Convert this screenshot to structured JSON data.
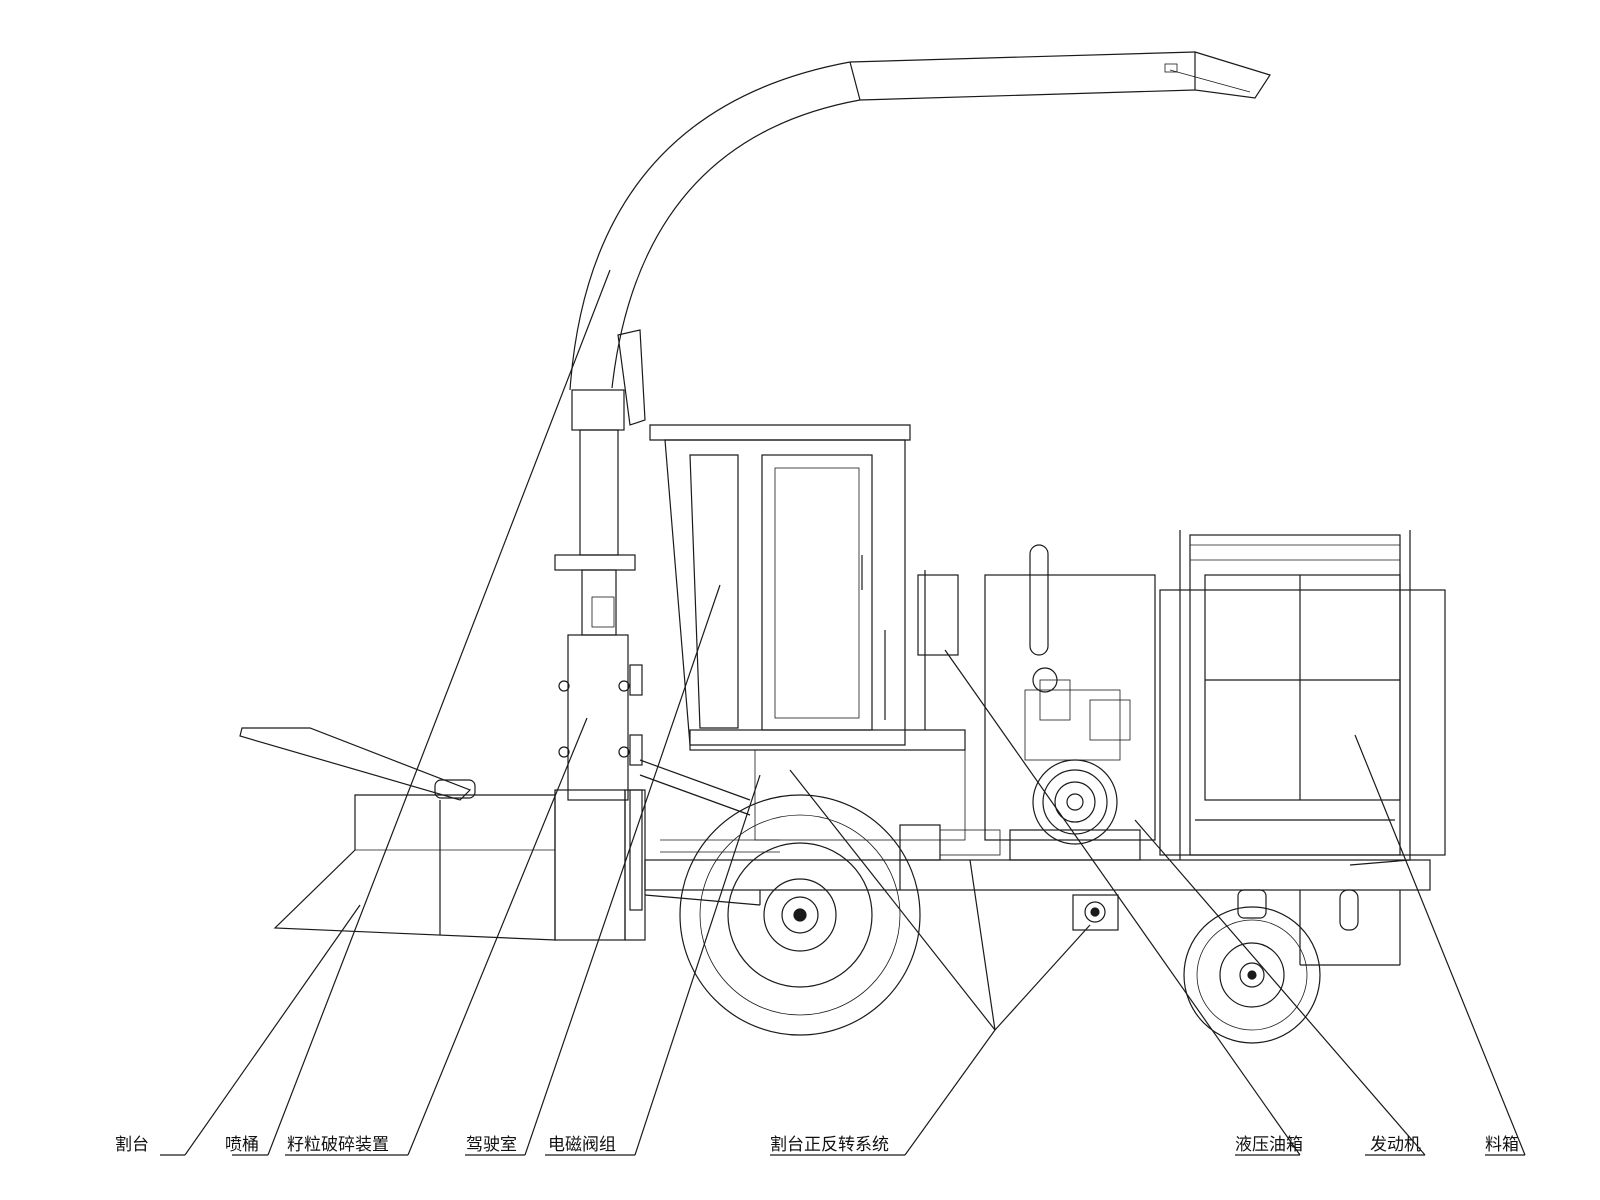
{
  "labels": {
    "header": "割台",
    "spout": "喷桶",
    "grain_crusher": "籽粒破碎装置",
    "cab": "驾驶室",
    "solenoid_valve": "电磁阀组",
    "header_reverse_system": "割台正反转系统",
    "hydraulic_tank": "液压油箱",
    "engine": "发动机",
    "hopper": "料箱"
  },
  "colors": {
    "line": "#1a1a1a",
    "background": "#ffffff"
  }
}
